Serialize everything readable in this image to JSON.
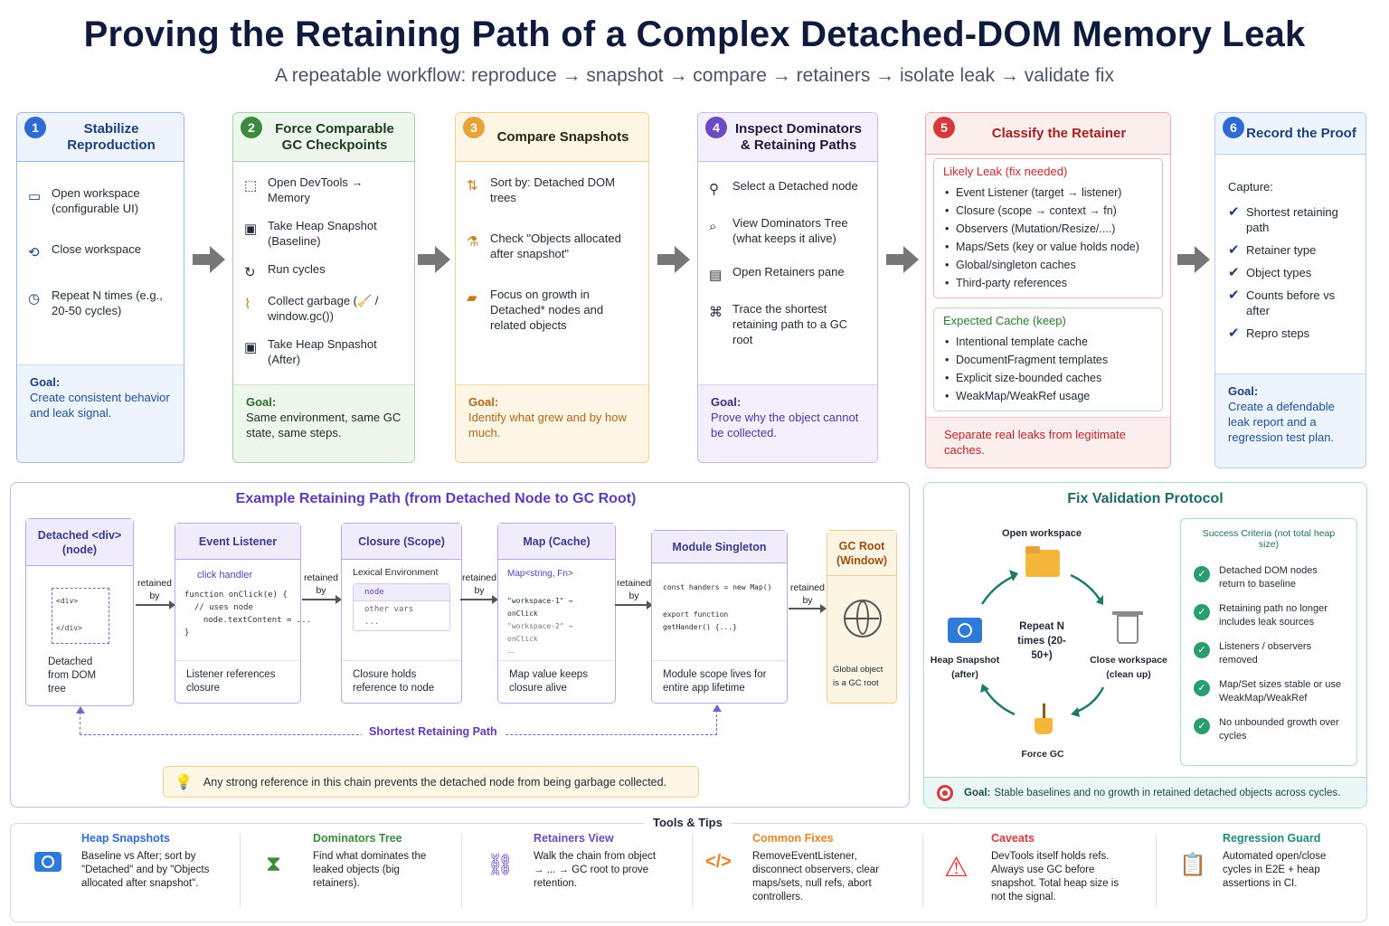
{
  "header": {
    "title": "Proving the Retaining Path of a Complex Detached-DOM Memory Leak",
    "subtitle": "A repeatable workflow: reproduce → snapshot → compare → retainers → isolate leak → validate fix"
  },
  "steps": [
    {
      "num": "1",
      "title": "Stabilize Reproduction",
      "color": "#2f6bd1",
      "items": [
        {
          "icon": "window-icon",
          "text": "Open workspace (configurable UI)"
        },
        {
          "icon": "refresh-icon",
          "text": "Close workspace"
        },
        {
          "icon": "timer-icon",
          "text": "Repeat N times (e.g., 20-50 cycles)"
        }
      ],
      "goal_label": "Goal:",
      "goal": "Create consistent behavior and leak signal."
    },
    {
      "num": "2",
      "title": "Force Comparable GC Checkpoints",
      "color": "#3b8a3e",
      "items": [
        {
          "icon": "devtools-icon",
          "text": "Open DevTools → Memory"
        },
        {
          "icon": "snapshot-icon",
          "text": "Take Heap Snapshot (Baseline)"
        },
        {
          "icon": "cycle-icon",
          "text": "Run cycles"
        },
        {
          "icon": "broom-icon",
          "text": "Collect garbage (🧹 / window.gc())"
        },
        {
          "icon": "snapshot-icon",
          "text": "Take Heap Snpashot (After)"
        }
      ],
      "goal_label": "Goal:",
      "goal": "Same environment, same GC state, same steps."
    },
    {
      "num": "3",
      "title": "Compare Snapshots",
      "color": "#e8a23a",
      "items": [
        {
          "icon": "sort-icon",
          "text": "Sort by: Detached DOM trees"
        },
        {
          "icon": "flask-icon",
          "text": "Check \"Objects allocated after snapshot\""
        },
        {
          "icon": "folder-icon",
          "text": "Focus on growth in Detached* nodes and related objects"
        }
      ],
      "goal_label": "Goal:",
      "goal": "Identify what grew and by how much."
    },
    {
      "num": "4",
      "title": "Inspect Dominators & Retaining Paths",
      "color": "#6a4bc4",
      "items": [
        {
          "icon": "person-icon",
          "text": "Select a Detached node"
        },
        {
          "icon": "tree-icon",
          "text": "View Dominators Tree (what keeps it alive)"
        },
        {
          "icon": "pane-icon",
          "text": "Open Retainers pane"
        },
        {
          "icon": "path-icon",
          "text": "Trace the shortest retaining path to a GC root"
        }
      ],
      "goal_label": "Goal:",
      "goal": "Prove why the object cannot be collected."
    },
    {
      "num": "5",
      "title": "Classify the Retainer",
      "color": "#d63a3a",
      "likely_title": "Likely Leak (fix needed)",
      "likely": [
        "Event Listener (target → listener)",
        "Closure (scope → context → fn)",
        "Observers (Mutation/Resize/....)",
        "Maps/Sets (key or value holds node)",
        "Global/singleton caches",
        "Third-party references"
      ],
      "expected_title": "Expected Cache (keep)",
      "expected": [
        "Intentional template cache",
        "DocumentFragment templates",
        "Explicit size-bounded caches",
        "WeakMap/WeakRef usage"
      ],
      "goal": "Separate real leaks from legitimate caches."
    },
    {
      "num": "6",
      "title": "Record the Proof",
      "color": "#2f6bd1",
      "capture_label": "Capture:",
      "items": [
        "Shortest retaining path",
        "Retainer type",
        "Object types",
        "Counts before vs after",
        "Repro steps"
      ],
      "goal_label": "Goal:",
      "goal": "Create a defendable leak report and a regression test plan."
    }
  ],
  "example": {
    "title": "Example Retaining Path (from Detached Node to GC Root)",
    "retained_by": "retained by",
    "nodes": [
      {
        "title": "Detached <div> (node)",
        "code": [
          "<div>",
          "</div>"
        ],
        "footer": "Detached from DOM tree"
      },
      {
        "title": "Event Listener",
        "code": [
          "click handler",
          "function onClick(e) {",
          "  // uses node",
          "  node.textContent = ...",
          "}"
        ],
        "footer": "Listener references closure"
      },
      {
        "title": "Closure (Scope)",
        "code": [
          "Lexical Environment",
          "node",
          "other vars",
          "..."
        ],
        "footer": "Closure holds reference to node"
      },
      {
        "title": "Map (Cache)",
        "code": [
          "Map<string, Fn>",
          "\"workspace-1\" → onClick",
          "\"workspace-2\" → onClick",
          "..."
        ],
        "footer": "Map value keeps closure alive"
      },
      {
        "title": "Module Singleton",
        "code": [
          "const handers = new Map()",
          "export function getHander() {...}"
        ],
        "footer": "Module scope lives for entire app lifetime"
      },
      {
        "title": "GC Root (Window)",
        "code": [],
        "footer": "Global object is a GC root"
      }
    ],
    "shortest_path": "Shortest Retaining Path",
    "note": "Any strong reference in this chain prevents the detached node from being garbage collected."
  },
  "fix": {
    "title": "Fix Validation Protocol",
    "cycle": {
      "top": "Open workspace",
      "right": "Close workspace (clean up)",
      "bottom": "Force GC",
      "left": "Heap Snapshot (after)",
      "center": "Repeat N times (20-50+)"
    },
    "criteria_title": "Success Criteria (not total heap size)",
    "criteria": [
      "Detached DOM nodes return to baseline",
      "Retaining path no longer includes leak sources",
      "Listeners / observers removed",
      "Map/Set sizes stable or use WeakMap/WeakRef",
      "No unbounded growth over cycles"
    ],
    "goal_label": "Goal:",
    "goal": "Stable baselines and no growth in retained detached objects across cycles."
  },
  "tools": {
    "title": "Tools & Tips",
    "items": [
      {
        "icon": "camera-icon",
        "title": "Heap Snapshots",
        "color": "#2f6bd1",
        "text": "Baseline vs After; sort by \"Detached\" and by \"Objects allocated after snapshot\"."
      },
      {
        "icon": "hierarchy-icon",
        "title": "Dominators Tree",
        "color": "#3b8a3e",
        "text": "Find what dominates the leaked objects (big retainers)."
      },
      {
        "icon": "link-icon",
        "title": "Retainers View",
        "color": "#6a4bc4",
        "text": "Walk the chain from object → ... → GC root to prove retention."
      },
      {
        "icon": "code-icon",
        "title": "Common Fixes",
        "color": "#e8852a",
        "text": "RemoveEventListener, disconnect observers, clear maps/sets, null refs, abort controllers."
      },
      {
        "icon": "warning-icon",
        "title": "Caveats",
        "color": "#d63a3a",
        "text": "DevTools itself holds refs. Always use GC before snapshot. Total heap size is not the signal."
      },
      {
        "icon": "clipboard-icon",
        "title": "Regression Guard",
        "color": "#1f8a7a",
        "text": "Automated open/close cycles in E2E + heap assertions in CI."
      }
    ]
  }
}
